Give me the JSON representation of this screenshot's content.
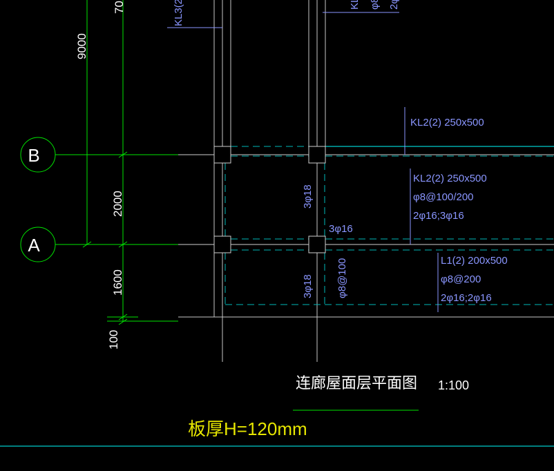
{
  "grid": {
    "axis_b": "B",
    "axis_a": "A"
  },
  "dimensions": {
    "top_partial": "70",
    "span_9000": "9000",
    "span_2000": "2000",
    "span_1600": "1600",
    "span_100": "100"
  },
  "beam_labels": {
    "kl3_partial": "KL3(2",
    "kl_partial": "KL",
    "phi_partial": "φ8",
    "two_phi_partial": "2φ",
    "kl2_top": "KL2(2) 250x500",
    "kl2_name": "KL2(2) 250x500",
    "kl2_stirrup": "φ8@100/200",
    "kl2_bars": "2φ16;3φ16",
    "l1_name": "L1(2) 200x500",
    "l1_stirrup": "φ8@200",
    "l1_bars": "2φ16;2φ16"
  },
  "rebar_labels": {
    "vert_3phi18_upper": "3φ18",
    "horiz_3phi16": "3φ16",
    "vert_3phi18_lower": "3φ18",
    "vert_phi8_100": "φ8@100"
  },
  "title": {
    "main": "连廊屋面层平面图",
    "scale": "1:100",
    "slab_thickness": "板厚H=120mm"
  },
  "colors": {
    "background": "#000000",
    "grid_green": "#00e600",
    "axis_white": "#ffffff",
    "beam_cyan": "#00ffff",
    "dashed_cyan": "#00b8b8",
    "label_blue": "#8a96ff",
    "wall_gray": "#c8c8c8",
    "title_white": "#ffffff",
    "slab_yellow": "#e6e600"
  }
}
